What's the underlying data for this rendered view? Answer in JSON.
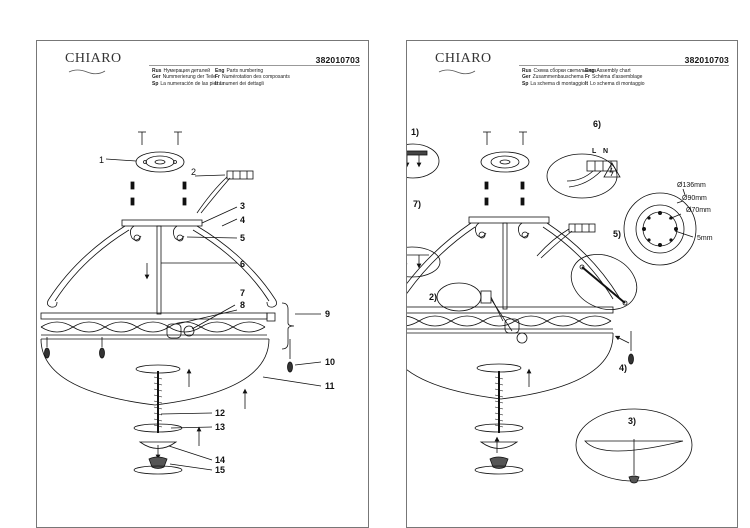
{
  "left_page": {
    "brand": "CHIARO",
    "code": "382010703",
    "legend": [
      [
        {
          "k": "Rus",
          "v": "Нумерация деталей"
        },
        {
          "k": "Eng",
          "v": "Parts numbering"
        }
      ],
      [
        {
          "k": "Ger",
          "v": "Nummerierung der Teile"
        },
        {
          "k": "Fr",
          "v": "Numérotation des composants"
        }
      ],
      [
        {
          "k": "Sp",
          "v": "La numeración de las piezas"
        },
        {
          "k": "It",
          "v": "I numeri dei dettagli"
        }
      ]
    ],
    "part_numbers": [
      "1",
      "2",
      "3",
      "4",
      "5",
      "6",
      "7",
      "8",
      "9",
      "10",
      "11",
      "12",
      "13",
      "14",
      "15"
    ]
  },
  "right_page": {
    "brand": "CHIARO",
    "code": "382010703",
    "legend": [
      [
        {
          "k": "Rus",
          "v": "Схема сборки светильника"
        },
        {
          "k": "Eng",
          "v": "Assembly chart"
        }
      ],
      [
        {
          "k": "Ger",
          "v": "Zusammenbauschema"
        },
        {
          "k": "Fr",
          "v": "Schéma d'assemblage"
        }
      ],
      [
        {
          "k": "Sp",
          "v": "La schema di montaggio"
        },
        {
          "k": "It",
          "v": "Lo schema di montaggio"
        }
      ]
    ],
    "steps": [
      "1)",
      "2)",
      "3)",
      "4)",
      "5)",
      "6)",
      "7)"
    ],
    "terminal_labels": [
      "L",
      "N"
    ],
    "dimensions": [
      "Ø136mm",
      "Ø90mm",
      "Ø70mm",
      "5mm"
    ]
  }
}
